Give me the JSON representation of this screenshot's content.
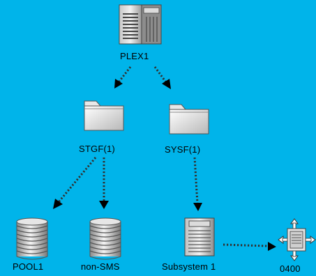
{
  "colors": {
    "background": "#00b4ea",
    "border": "#000000"
  },
  "nodes": {
    "plex": {
      "label": "PLEX1",
      "icon": "server-tower-icon"
    },
    "stgf": {
      "label": "STGF(1)",
      "icon": "folder-icon"
    },
    "sysf": {
      "label": "SYSF(1)",
      "icon": "folder-icon"
    },
    "pool1": {
      "label": "POOL1",
      "icon": "storage-stack-icon"
    },
    "nonsms": {
      "label": "non-SMS",
      "icon": "storage-stack-icon"
    },
    "subsystem": {
      "label": "Subsystem 1",
      "icon": "storage-subsystem-icon"
    },
    "device": {
      "label": "0400",
      "icon": "device-icon"
    }
  }
}
